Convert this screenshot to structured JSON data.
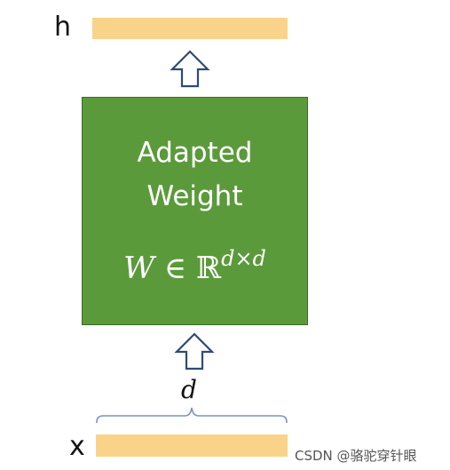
{
  "output": {
    "label": "h"
  },
  "input": {
    "label": "x"
  },
  "weight_box": {
    "line1": "Adapted",
    "line2": "Weight",
    "formula": {
      "symbol": "W",
      "relation": " ∈ ",
      "set": "ℝ",
      "exponent": "d×d"
    }
  },
  "dimension": {
    "label": "d"
  },
  "watermark": {
    "text": "CSDN @骆驼穿针眼"
  },
  "colors": {
    "vector": "#fad38a",
    "box_fill": "#5b9a3b",
    "box_border": "#3b6d26",
    "arrow_stroke": "#2f4a78",
    "brace_stroke": "#7a93bf"
  },
  "icons": {
    "up_arrow": "hollow-up-arrow-icon",
    "brace": "curly-brace-icon"
  }
}
